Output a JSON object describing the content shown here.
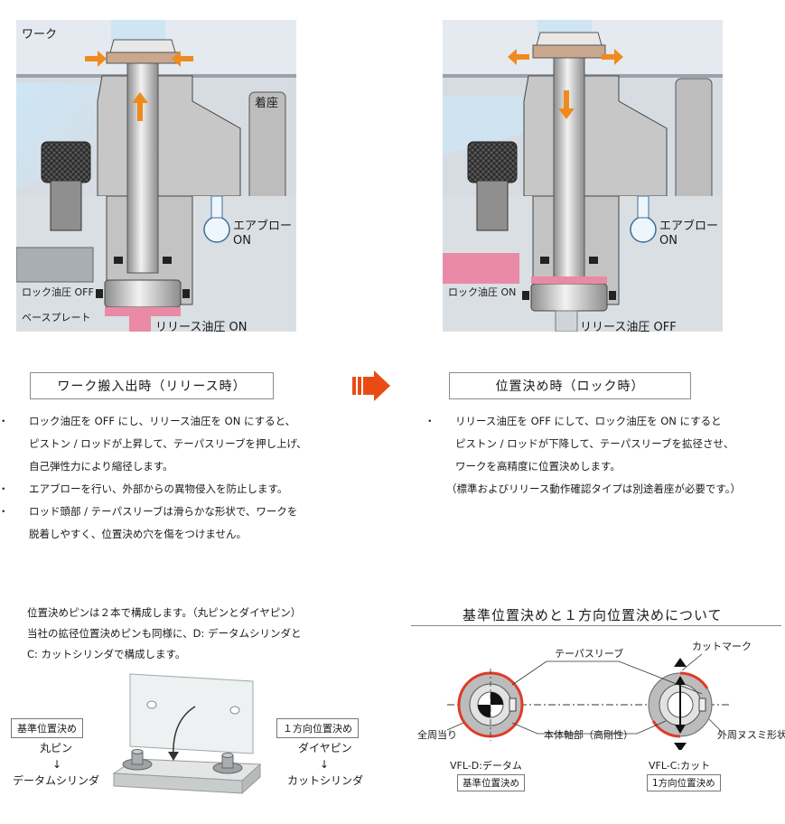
{
  "release_diagram": {
    "work_label": "ワーク",
    "seat_label": "着座",
    "air_blow_label_1": "エアブロー",
    "air_blow_label_2": "ON",
    "lock_oil_label": "ロック油圧 OFF",
    "base_plate_label": "ベースプレート",
    "release_oil_label": "リリース油圧 ON"
  },
  "lock_diagram": {
    "air_blow_label_1": "エアブロー",
    "air_blow_label_2": "ON",
    "lock_oil_label": "ロック油圧 ON",
    "release_oil_label": "リリース油圧 OFF"
  },
  "release_mode_title": "ワーク搬入出時（リリース時）",
  "lock_mode_title": "位置決め時（ロック時）",
  "release_notes": [
    "ロック油圧を OFF にし、リリース油圧を ON にすると、",
    "ピストン / ロッドが上昇して、テーパスリーブを押し上げ、",
    "自己弾性力により縮径します。",
    "エアブローを行い、外部からの異物侵入を防止します。",
    "ロッド頭部 / テーパスリーブは滑らかな形状で、ワークを",
    "脱着しやすく、位置決め穴を傷をつけません。"
  ],
  "lock_notes": [
    "リリース油圧を OFF にして、ロック油圧を ON にすると",
    "ピストン / ロッドが下降して、テーパスリーブを拡径させ、",
    "ワークを高精度に位置決めします。",
    "（標準およびリリース動作確認タイプは別途着座が必要です。）"
  ],
  "pin_intro": [
    "位置決めピンは２本で構成します。（丸ピンとダイヤピン）",
    "当社の拡径位置決めピンも同様に、D: データムシリンダと",
    "C: カットシリンダで構成します。"
  ],
  "pin_left": {
    "tag": "基準位置決め",
    "line1": "丸ピン",
    "arrow": "↓",
    "line2": "データムシリンダ"
  },
  "pin_right": {
    "tag": "１方向位置決め",
    "line1": "ダイヤピン",
    "arrow": "↓",
    "line2": "カットシリンダ"
  },
  "reference_section": {
    "title": "基準位置決めと１方向位置決めについて",
    "taper_sleeve": "テーパスリーブ",
    "cut_mark": "カットマーク",
    "full_contact": "全周当り",
    "body_axis": "本体軸部（高剛性）",
    "outer_groove": "外周ヌスミ形状",
    "d_name": "VFL-D:データム",
    "d_tag": "基準位置決め",
    "c_name": "VFL-C:カット",
    "c_tag": "1方向位置決め"
  },
  "colors": {
    "release_oil": "#e98aa6",
    "arrow_orange": "#f08a1e",
    "transition_arrow": "#e84c14",
    "contact_red": "#e03a28",
    "hatch_gray": "#bfbfbf"
  }
}
